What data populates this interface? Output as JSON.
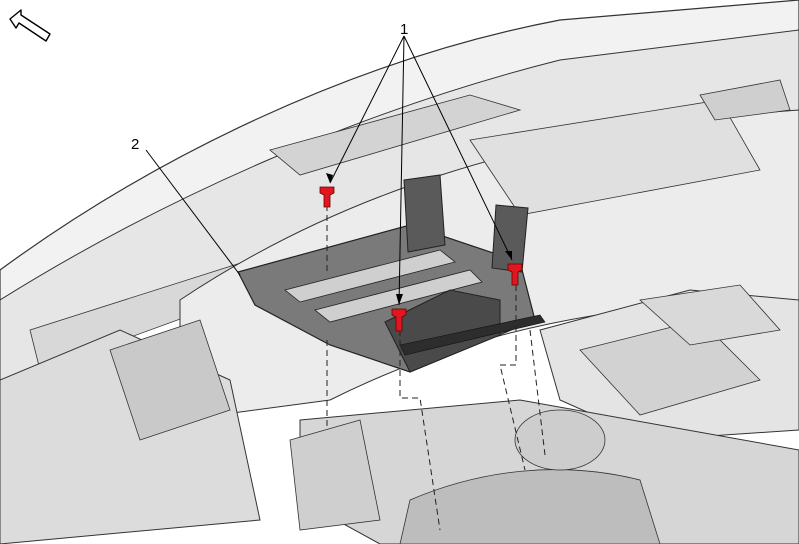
{
  "callouts": [
    {
      "id": "1",
      "label": "1"
    },
    {
      "id": "2",
      "label": "2"
    }
  ],
  "colors": {
    "fastener": "#e0171f",
    "bracket": "#6e6e6e",
    "bracket_dark": "#3c3c3c",
    "body_light": "#e9e9e9",
    "body_mid": "#cfcfcf",
    "body_dark": "#9a9a9a",
    "line": "#1a1a1a"
  },
  "icons": {
    "orientation_arrow": "forward-arrow-icon"
  }
}
